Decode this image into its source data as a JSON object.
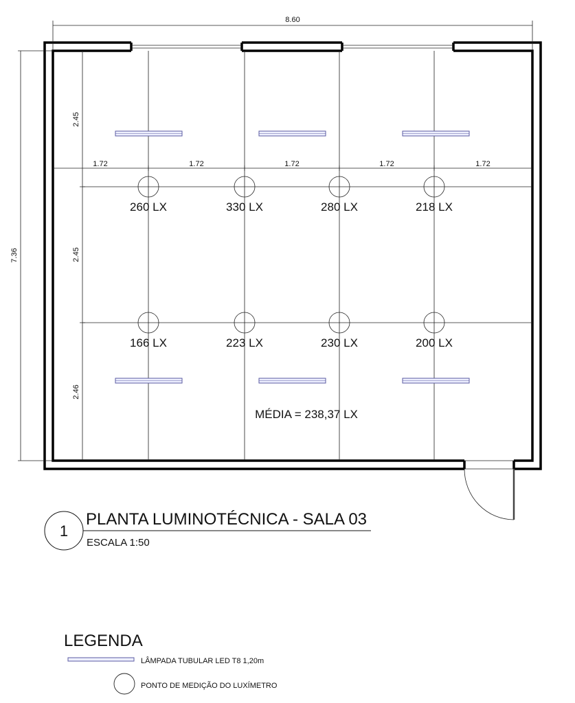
{
  "dimensions": {
    "total_width": "8.60",
    "total_height": "7.36",
    "row_heights": [
      "2.45",
      "2.45",
      "2.46"
    ],
    "column_widths": [
      "1.72",
      "1.72",
      "1.72",
      "1.72",
      "1.72"
    ]
  },
  "measurements": {
    "row1": [
      "260 LX",
      "330 LX",
      "280 LX",
      "218 LX"
    ],
    "row2": [
      "166 LX",
      "223 LX",
      "230 LX",
      "200 LX"
    ]
  },
  "average": "MÉDIA = 238,37 LX",
  "title": {
    "number": "1",
    "text": "PLANTA LUMINOTÉCNICA - SALA 03",
    "scale": "ESCALA 1:50"
  },
  "legend": {
    "heading": "LEGENDA",
    "items": [
      {
        "icon": "lamp-icon",
        "label": "LÂMPADA TUBULAR LED T8 1,20m"
      },
      {
        "icon": "measurement-point-icon",
        "label": "PONTO DE MEDIÇÃO DO LUXÍMETRO"
      }
    ]
  },
  "colors": {
    "lamp": "#5a5aa0",
    "wall": "#000000"
  }
}
